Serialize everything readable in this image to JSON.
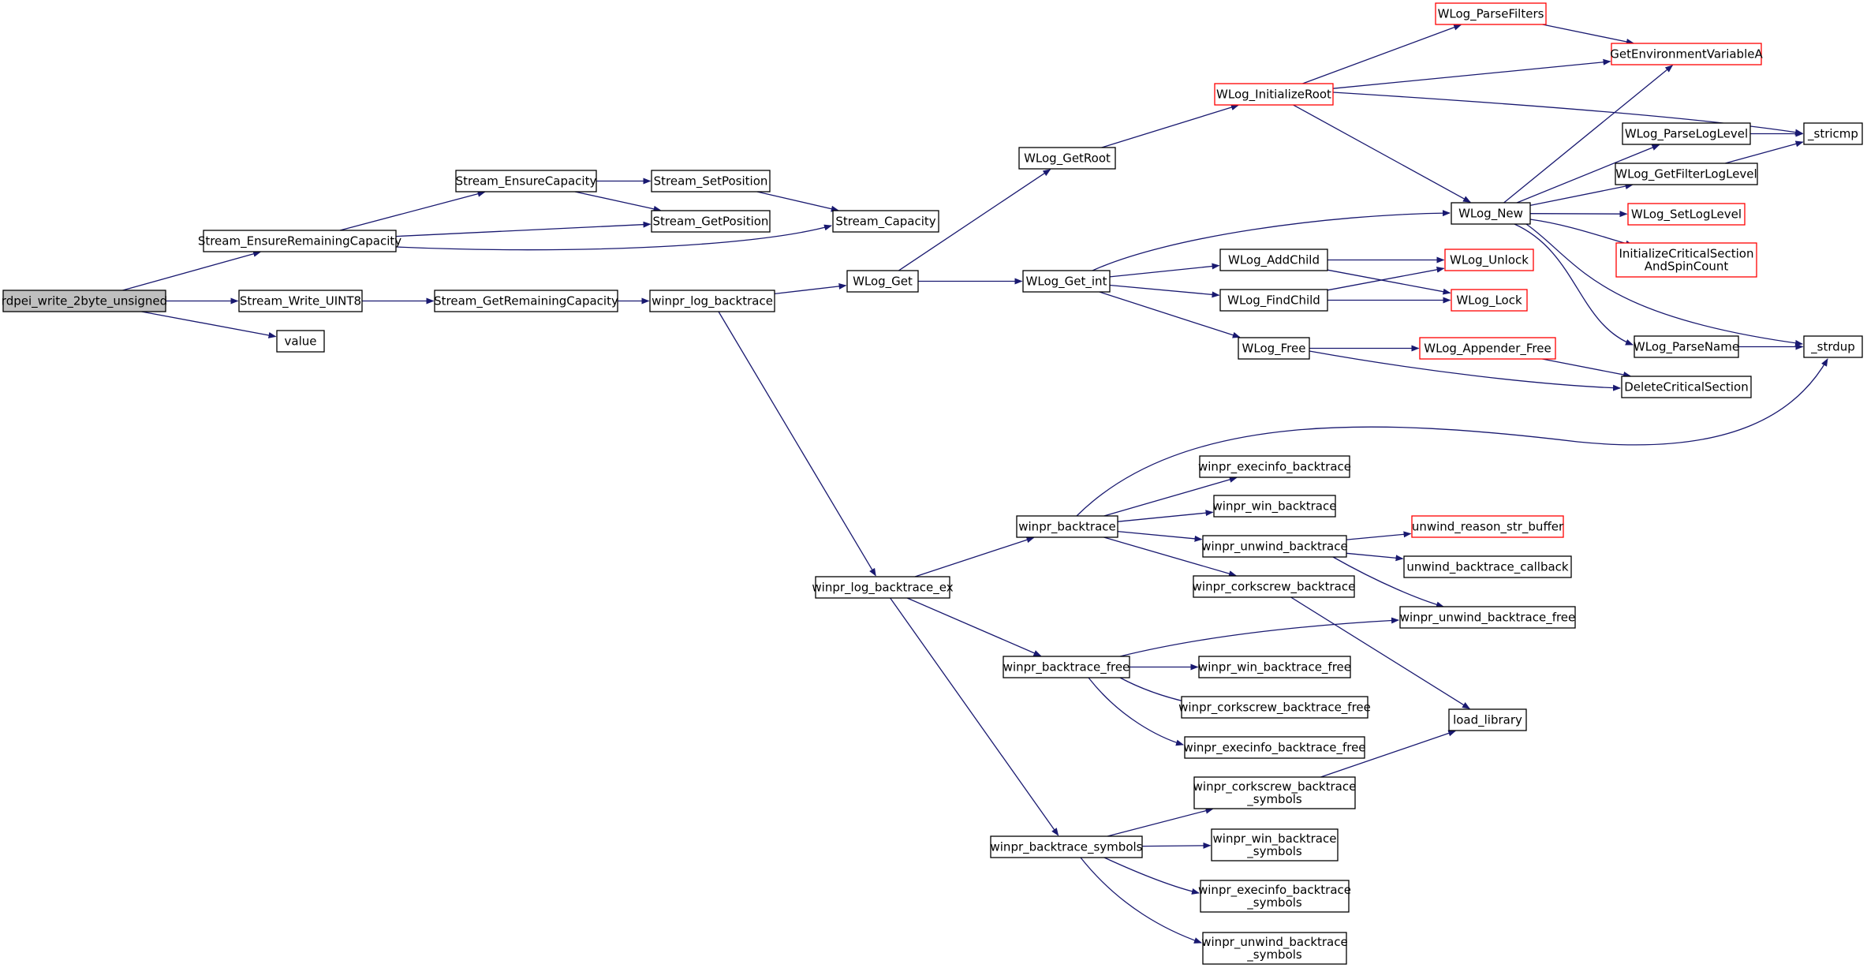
{
  "colors": {
    "edge": "#191970",
    "node_border": "#000000",
    "external_border": "#ff0000",
    "root_fill": "#bfbfbf",
    "node_fill": "#ffffff"
  },
  "nodes": [
    {
      "id": "rdpei_write_2byte_unsigned",
      "lines": [
        "rdpei_write_2byte_unsigned"
      ],
      "kind": "root"
    },
    {
      "id": "Stream_EnsureRemainingCapacity",
      "lines": [
        "Stream_EnsureRemainingCapacity"
      ],
      "kind": "normal"
    },
    {
      "id": "Stream_Write_UINT8",
      "lines": [
        "Stream_Write_UINT8"
      ],
      "kind": "normal"
    },
    {
      "id": "value",
      "lines": [
        "value"
      ],
      "kind": "normal"
    },
    {
      "id": "Stream_EnsureCapacity",
      "lines": [
        "Stream_EnsureCapacity"
      ],
      "kind": "normal"
    },
    {
      "id": "Stream_GetPosition",
      "lines": [
        "Stream_GetPosition"
      ],
      "kind": "normal"
    },
    {
      "id": "Stream_SetPosition",
      "lines": [
        "Stream_SetPosition"
      ],
      "kind": "normal"
    },
    {
      "id": "Stream_Capacity",
      "lines": [
        "Stream_Capacity"
      ],
      "kind": "normal"
    },
    {
      "id": "Stream_GetRemainingCapacity",
      "lines": [
        "Stream_GetRemainingCapacity"
      ],
      "kind": "normal"
    },
    {
      "id": "winpr_log_backtrace",
      "lines": [
        "winpr_log_backtrace"
      ],
      "kind": "normal"
    },
    {
      "id": "WLog_Get",
      "lines": [
        "WLog_Get"
      ],
      "kind": "normal"
    },
    {
      "id": "winpr_log_backtrace_ex",
      "lines": [
        "winpr_log_backtrace_ex"
      ],
      "kind": "normal"
    },
    {
      "id": "WLog_GetRoot",
      "lines": [
        "WLog_GetRoot"
      ],
      "kind": "normal"
    },
    {
      "id": "WLog_Get_int",
      "lines": [
        "WLog_Get_int"
      ],
      "kind": "normal"
    },
    {
      "id": "WLog_InitializeRoot",
      "lines": [
        "WLog_InitializeRoot"
      ],
      "kind": "external"
    },
    {
      "id": "WLog_ParseFilters",
      "lines": [
        "WLog_ParseFilters"
      ],
      "kind": "external"
    },
    {
      "id": "GetEnvironmentVariableA",
      "lines": [
        "GetEnvironmentVariableA"
      ],
      "kind": "external"
    },
    {
      "id": "_stricmp",
      "lines": [
        "_stricmp"
      ],
      "kind": "normal"
    },
    {
      "id": "WLog_New",
      "lines": [
        "WLog_New"
      ],
      "kind": "normal"
    },
    {
      "id": "WLog_AddChild",
      "lines": [
        "WLog_AddChild"
      ],
      "kind": "normal"
    },
    {
      "id": "WLog_FindChild",
      "lines": [
        "WLog_FindChild"
      ],
      "kind": "normal"
    },
    {
      "id": "WLog_Free",
      "lines": [
        "WLog_Free"
      ],
      "kind": "normal"
    },
    {
      "id": "WLog_ParseLogLevel",
      "lines": [
        "WLog_ParseLogLevel"
      ],
      "kind": "normal"
    },
    {
      "id": "WLog_GetFilterLogLevel",
      "lines": [
        "WLog_GetFilterLogLevel"
      ],
      "kind": "normal"
    },
    {
      "id": "WLog_SetLogLevel",
      "lines": [
        "WLog_SetLogLevel"
      ],
      "kind": "external"
    },
    {
      "id": "InitializeCriticalSectionAndSpinCount",
      "lines": [
        "InitializeCriticalSection",
        "AndSpinCount"
      ],
      "kind": "external"
    },
    {
      "id": "WLog_Unlock",
      "lines": [
        "WLog_Unlock"
      ],
      "kind": "external"
    },
    {
      "id": "WLog_Lock",
      "lines": [
        "WLog_Lock"
      ],
      "kind": "external"
    },
    {
      "id": "WLog_ParseName",
      "lines": [
        "WLog_ParseName"
      ],
      "kind": "normal"
    },
    {
      "id": "_strdup",
      "lines": [
        "_strdup"
      ],
      "kind": "normal"
    },
    {
      "id": "WLog_Appender_Free",
      "lines": [
        "WLog_Appender_Free"
      ],
      "kind": "external"
    },
    {
      "id": "DeleteCriticalSection",
      "lines": [
        "DeleteCriticalSection"
      ],
      "kind": "normal"
    },
    {
      "id": "winpr_backtrace",
      "lines": [
        "winpr_backtrace"
      ],
      "kind": "normal"
    },
    {
      "id": "winpr_backtrace_free",
      "lines": [
        "winpr_backtrace_free"
      ],
      "kind": "normal"
    },
    {
      "id": "winpr_backtrace_symbols",
      "lines": [
        "winpr_backtrace_symbols"
      ],
      "kind": "normal"
    },
    {
      "id": "winpr_execinfo_backtrace",
      "lines": [
        "winpr_execinfo_backtrace"
      ],
      "kind": "normal"
    },
    {
      "id": "winpr_win_backtrace",
      "lines": [
        "winpr_win_backtrace"
      ],
      "kind": "normal"
    },
    {
      "id": "winpr_unwind_backtrace",
      "lines": [
        "winpr_unwind_backtrace"
      ],
      "kind": "normal"
    },
    {
      "id": "winpr_corkscrew_backtrace",
      "lines": [
        "winpr_corkscrew_backtrace"
      ],
      "kind": "normal"
    },
    {
      "id": "unwind_reason_str_buffer",
      "lines": [
        "unwind_reason_str_buffer"
      ],
      "kind": "external"
    },
    {
      "id": "unwind_backtrace_callback",
      "lines": [
        "unwind_backtrace_callback"
      ],
      "kind": "normal"
    },
    {
      "id": "winpr_unwind_backtrace_free",
      "lines": [
        "winpr_unwind_backtrace_free"
      ],
      "kind": "normal"
    },
    {
      "id": "load_library",
      "lines": [
        "load_library"
      ],
      "kind": "normal"
    },
    {
      "id": "winpr_win_backtrace_free",
      "lines": [
        "winpr_win_backtrace_free"
      ],
      "kind": "normal"
    },
    {
      "id": "winpr_corkscrew_backtrace_free",
      "lines": [
        "winpr_corkscrew_backtrace_free"
      ],
      "kind": "normal"
    },
    {
      "id": "winpr_execinfo_backtrace_free",
      "lines": [
        "winpr_execinfo_backtrace_free"
      ],
      "kind": "normal"
    },
    {
      "id": "winpr_corkscrew_backtrace_symbols",
      "lines": [
        "winpr_corkscrew_backtrace",
        "_symbols"
      ],
      "kind": "normal"
    },
    {
      "id": "winpr_win_backtrace_symbols",
      "lines": [
        "winpr_win_backtrace",
        "_symbols"
      ],
      "kind": "normal"
    },
    {
      "id": "winpr_execinfo_backtrace_symbols",
      "lines": [
        "winpr_execinfo_backtrace",
        "_symbols"
      ],
      "kind": "normal"
    },
    {
      "id": "winpr_unwind_backtrace_symbols",
      "lines": [
        "winpr_unwind_backtrace",
        "_symbols"
      ],
      "kind": "normal"
    }
  ],
  "edges": [
    [
      "rdpei_write_2byte_unsigned",
      "Stream_EnsureRemainingCapacity"
    ],
    [
      "rdpei_write_2byte_unsigned",
      "Stream_Write_UINT8"
    ],
    [
      "rdpei_write_2byte_unsigned",
      "value"
    ],
    [
      "Stream_EnsureRemainingCapacity",
      "Stream_EnsureCapacity"
    ],
    [
      "Stream_EnsureRemainingCapacity",
      "Stream_GetPosition"
    ],
    [
      "Stream_EnsureRemainingCapacity",
      "Stream_Capacity"
    ],
    [
      "Stream_EnsureCapacity",
      "Stream_SetPosition"
    ],
    [
      "Stream_EnsureCapacity",
      "Stream_GetPosition"
    ],
    [
      "Stream_SetPosition",
      "Stream_Capacity"
    ],
    [
      "Stream_Write_UINT8",
      "Stream_GetRemainingCapacity"
    ],
    [
      "Stream_GetRemainingCapacity",
      "winpr_log_backtrace"
    ],
    [
      "winpr_log_backtrace",
      "WLog_Get"
    ],
    [
      "winpr_log_backtrace",
      "winpr_log_backtrace_ex"
    ],
    [
      "WLog_Get",
      "WLog_GetRoot"
    ],
    [
      "WLog_Get",
      "WLog_Get_int"
    ],
    [
      "WLog_GetRoot",
      "WLog_InitializeRoot"
    ],
    [
      "WLog_InitializeRoot",
      "WLog_ParseFilters"
    ],
    [
      "WLog_InitializeRoot",
      "GetEnvironmentVariableA"
    ],
    [
      "WLog_InitializeRoot",
      "_stricmp"
    ],
    [
      "WLog_InitializeRoot",
      "WLog_New"
    ],
    [
      "WLog_ParseFilters",
      "GetEnvironmentVariableA"
    ],
    [
      "WLog_Get_int",
      "WLog_New"
    ],
    [
      "WLog_Get_int",
      "WLog_AddChild"
    ],
    [
      "WLog_Get_int",
      "WLog_FindChild"
    ],
    [
      "WLog_Get_int",
      "WLog_Free"
    ],
    [
      "WLog_New",
      "GetEnvironmentVariableA"
    ],
    [
      "WLog_New",
      "WLog_ParseLogLevel"
    ],
    [
      "WLog_New",
      "WLog_GetFilterLogLevel"
    ],
    [
      "WLog_New",
      "WLog_SetLogLevel"
    ],
    [
      "WLog_New",
      "InitializeCriticalSectionAndSpinCount"
    ],
    [
      "WLog_New",
      "WLog_ParseName"
    ],
    [
      "WLog_New",
      "_strdup"
    ],
    [
      "WLog_ParseLogLevel",
      "_stricmp"
    ],
    [
      "WLog_GetFilterLogLevel",
      "_stricmp"
    ],
    [
      "WLog_ParseName",
      "_strdup"
    ],
    [
      "WLog_AddChild",
      "WLog_Unlock"
    ],
    [
      "WLog_AddChild",
      "WLog_Lock"
    ],
    [
      "WLog_FindChild",
      "WLog_Unlock"
    ],
    [
      "WLog_FindChild",
      "WLog_Lock"
    ],
    [
      "WLog_Free",
      "WLog_Appender_Free"
    ],
    [
      "WLog_Free",
      "DeleteCriticalSection"
    ],
    [
      "WLog_Appender_Free",
      "DeleteCriticalSection"
    ],
    [
      "winpr_log_backtrace_ex",
      "winpr_backtrace"
    ],
    [
      "winpr_log_backtrace_ex",
      "winpr_backtrace_free"
    ],
    [
      "winpr_log_backtrace_ex",
      "winpr_backtrace_symbols"
    ],
    [
      "winpr_backtrace",
      "_strdup"
    ],
    [
      "winpr_backtrace",
      "winpr_execinfo_backtrace"
    ],
    [
      "winpr_backtrace",
      "winpr_win_backtrace"
    ],
    [
      "winpr_backtrace",
      "winpr_unwind_backtrace"
    ],
    [
      "winpr_backtrace",
      "winpr_corkscrew_backtrace"
    ],
    [
      "winpr_unwind_backtrace",
      "unwind_reason_str_buffer"
    ],
    [
      "winpr_unwind_backtrace",
      "unwind_backtrace_callback"
    ],
    [
      "winpr_unwind_backtrace",
      "winpr_unwind_backtrace_free"
    ],
    [
      "winpr_corkscrew_backtrace",
      "load_library"
    ],
    [
      "winpr_backtrace_free",
      "winpr_unwind_backtrace_free"
    ],
    [
      "winpr_backtrace_free",
      "winpr_win_backtrace_free"
    ],
    [
      "winpr_backtrace_free",
      "winpr_corkscrew_backtrace_free"
    ],
    [
      "winpr_backtrace_free",
      "winpr_execinfo_backtrace_free"
    ],
    [
      "winpr_backtrace_symbols",
      "winpr_corkscrew_backtrace_symbols"
    ],
    [
      "winpr_backtrace_symbols",
      "winpr_win_backtrace_symbols"
    ],
    [
      "winpr_backtrace_symbols",
      "winpr_execinfo_backtrace_symbols"
    ],
    [
      "winpr_backtrace_symbols",
      "winpr_unwind_backtrace_symbols"
    ],
    [
      "winpr_corkscrew_backtrace_symbols",
      "load_library"
    ]
  ]
}
